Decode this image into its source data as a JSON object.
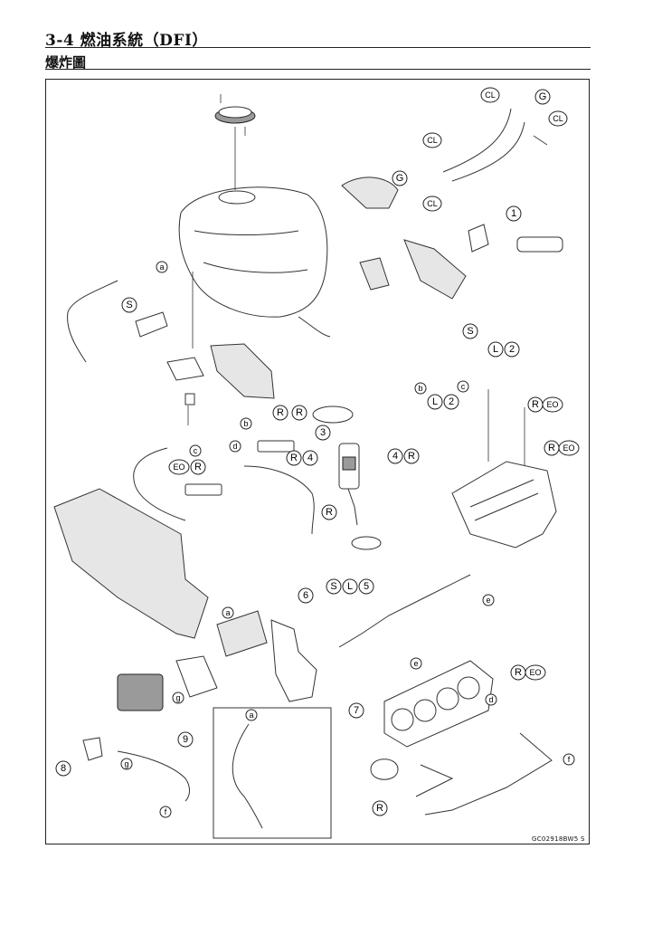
{
  "header": {
    "title": "3-4 燃油系統（DFI）",
    "subtitle": "爆炸圖"
  },
  "diagram": {
    "figure_code": "GC02918BW5  S",
    "callouts": {
      "CL1": "CL",
      "G1": "G",
      "CL2": "CL",
      "CL3": "CL",
      "G2": "G",
      "CL4": "CL",
      "n1": "1",
      "a1": "a",
      "S1": "S",
      "S2": "S",
      "L1": "L",
      "n2a": "2",
      "c1": "c",
      "b1": "b",
      "L2": "L",
      "n2b": "2",
      "R1": "R",
      "EO1": "EO",
      "R2": "R",
      "EO2": "EO",
      "R3": "R",
      "R4": "R",
      "n3": "3",
      "b2": "b",
      "d1": "d",
      "c2": "c",
      "EO3": "EO",
      "R5": "R",
      "R6": "R",
      "n4a": "4",
      "n4b": "4",
      "R7": "R",
      "R8": "R",
      "S3": "S",
      "L3": "L",
      "n5": "5",
      "n6": "6",
      "a2": "a",
      "e1": "e",
      "e2": "e",
      "R9": "R",
      "EO4": "EO",
      "d2": "d",
      "g1": "g",
      "n7": "7",
      "n9": "9",
      "a3": "a",
      "n8": "8",
      "g2": "g",
      "f1": "f",
      "f2": "f",
      "R10": "R"
    }
  }
}
